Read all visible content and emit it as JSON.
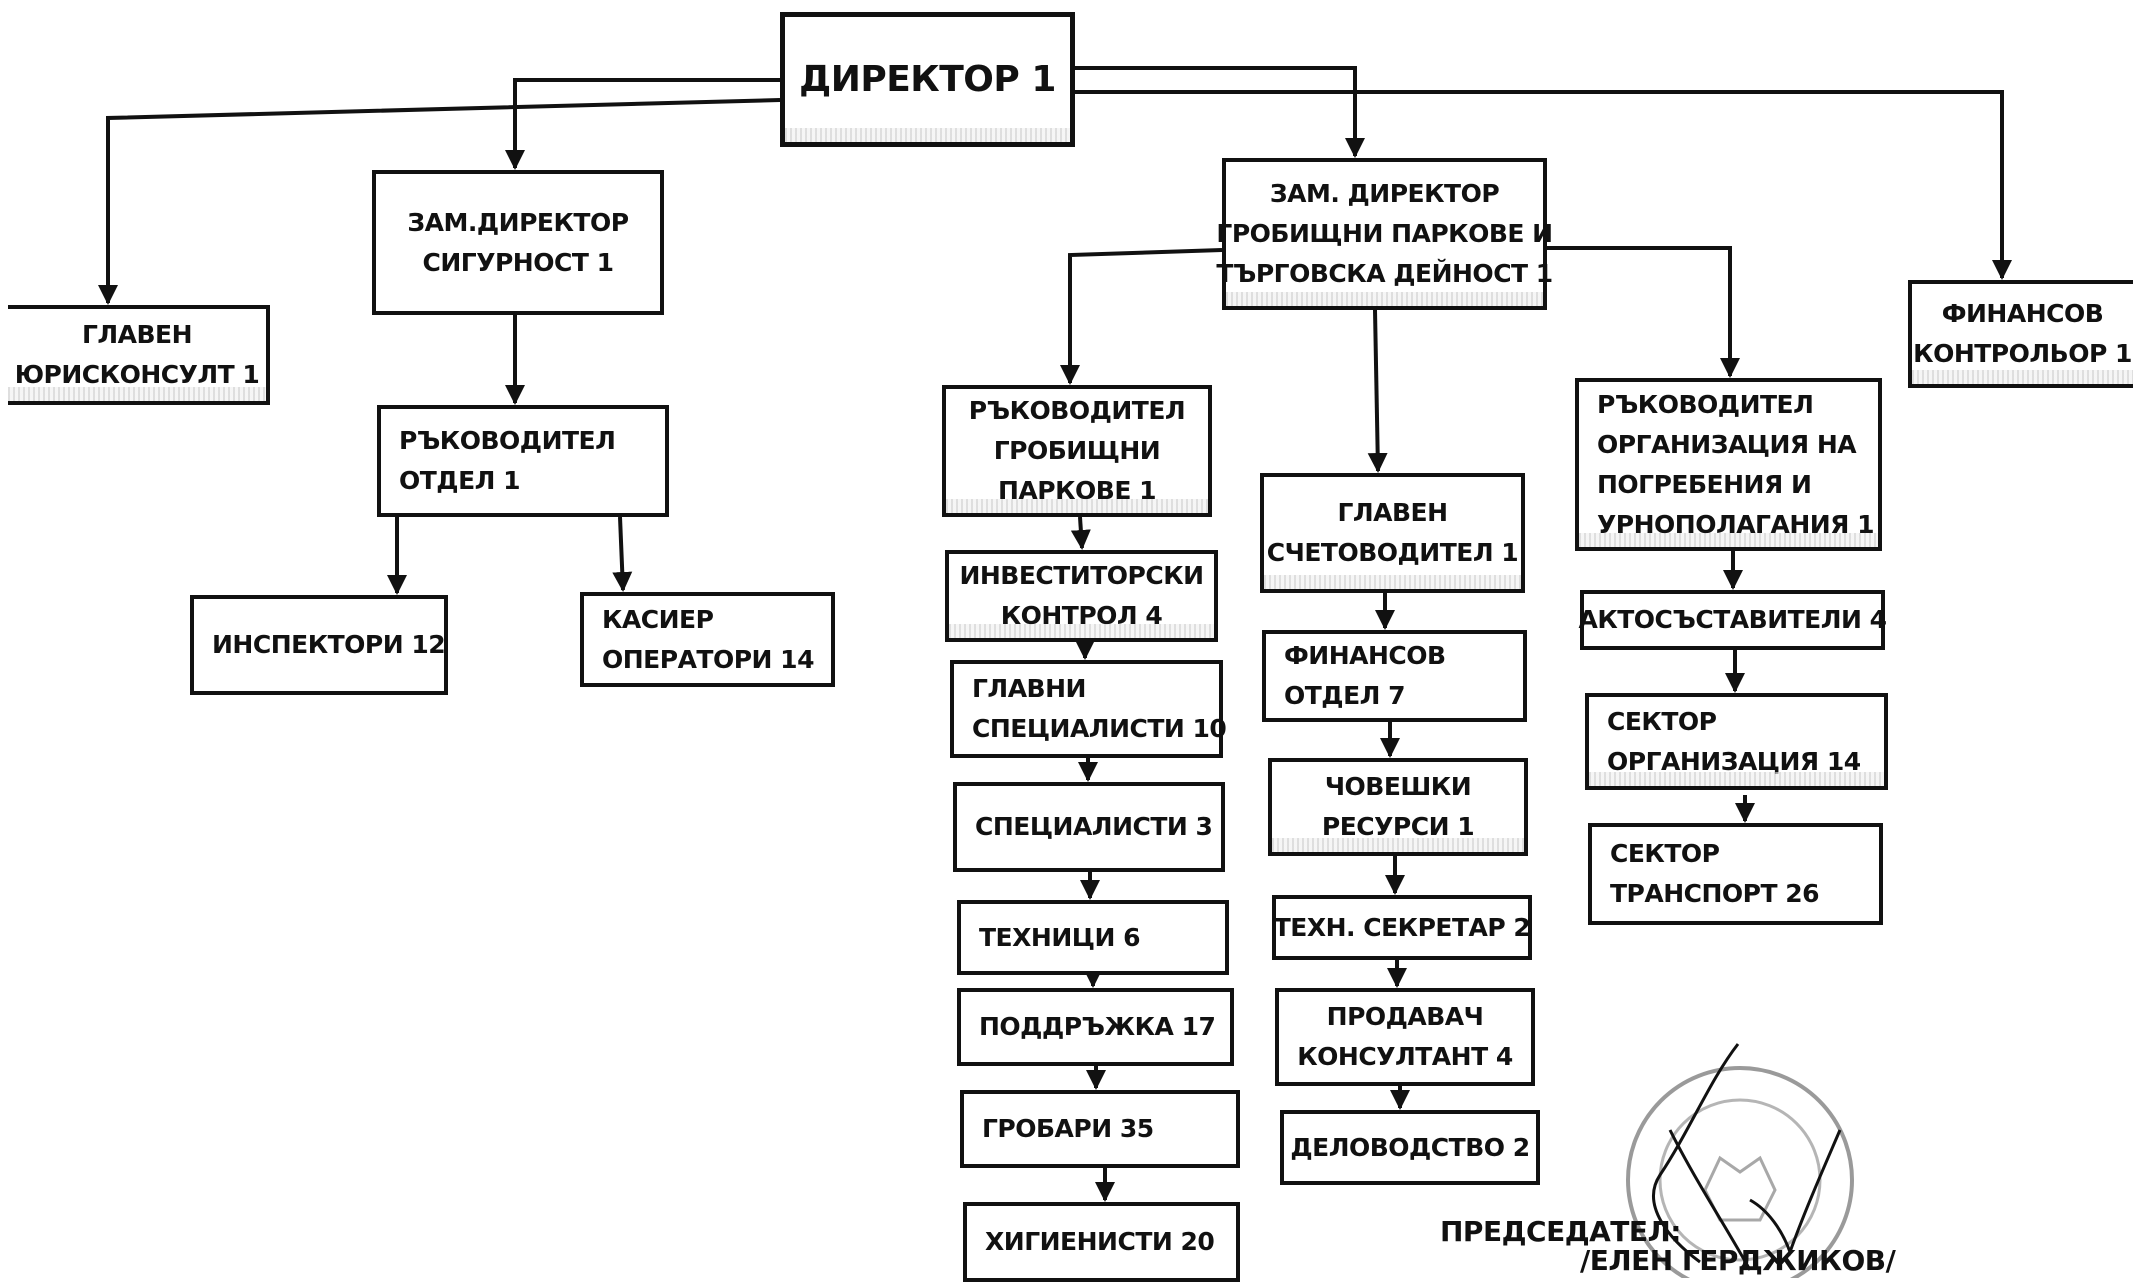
{
  "nodes": {
    "director": [
      "ДИРЕКТОР 1"
    ],
    "deputy_security": [
      "ЗАМ.ДИРЕКТОР",
      "СИГУРНОСТ 1"
    ],
    "chief_legal": [
      "ГЛАВЕН",
      "ЮРИСКОНСУЛТ 1"
    ],
    "head_department": [
      "РЪКОВОДИТЕЛ",
      "ОТДЕЛ 1"
    ],
    "inspectors": [
      "ИНСПЕКТОРИ 12"
    ],
    "cashier_operators": [
      "КАСИЕР",
      "ОПЕРАТОРИ 14"
    ],
    "deputy_parks": [
      "ЗАМ. ДИРЕКТОР",
      "ГРОБИЩНИ ПАРКОВЕ И",
      "ТЪРГОВСКА ДЕЙНОСТ  1"
    ],
    "financial_controller": [
      "ФИНАНСОВ",
      "КОНТРОЛЬОР 1"
    ],
    "head_parks": [
      "РЪКОВОДИТЕЛ",
      "ГРОБИЩНИ",
      "ПАРКОВЕ 1"
    ],
    "investor_control": [
      "ИНВЕСТИТОРСКИ",
      "КОНТРОЛ 4"
    ],
    "chief_specialists": [
      "ГЛАВНИ",
      "СПЕЦИАЛИСТИ 10"
    ],
    "specialists": [
      "СПЕЦИАЛИСТИ 3"
    ],
    "technicians": [
      "ТЕХНИЦИ 6"
    ],
    "maintenance": [
      "ПОДДРЪЖКА 17"
    ],
    "gravediggers": [
      "ГРОБАРИ 35"
    ],
    "hygienists": [
      "ХИГИЕНИСТИ 20"
    ],
    "chief_accountant": [
      "ГЛАВЕН",
      "СЧЕТОВОДИТЕЛ 1"
    ],
    "finance_department": [
      "ФИНАНСОВ",
      "ОТДЕЛ 7"
    ],
    "human_resources": [
      "ЧОВЕШКИ",
      "РЕСУРСИ 1"
    ],
    "tech_secretary": [
      "ТЕХН. СЕКРЕТАР 2"
    ],
    "sales_consultant": [
      "ПРОДАВАЧ",
      "КОНСУЛТАНТ 4"
    ],
    "records_office": [
      "ДЕЛОВОДСТВО 2"
    ],
    "head_funerals": [
      "РЪКОВОДИТЕЛ",
      "ОРГАНИЗАЦИЯ НА",
      "ПОГРЕБЕНИЯ И",
      "УРНОПОЛАГАНИЯ 1"
    ],
    "act_compilers": [
      "АКТОСЪСТАВИТЕЛИ  4"
    ],
    "sector_organization": [
      "СЕКТОР",
      "ОРГАНИЗАЦИЯ 14"
    ],
    "sector_transport": [
      "СЕКТОР",
      "ТРАНСПОРТ 26"
    ]
  },
  "signature": {
    "role": "ПРЕДСЕДАТЕЛ:",
    "name": "/ЕЛЕН ГЕРДЖИКОВ/"
  }
}
